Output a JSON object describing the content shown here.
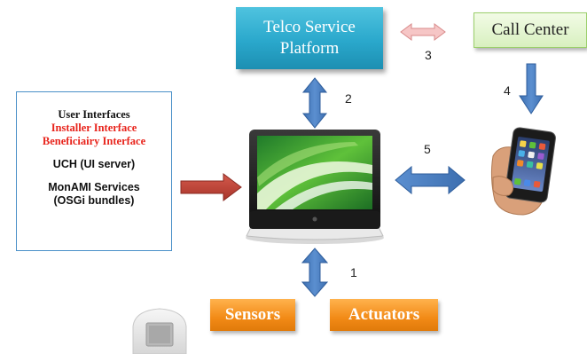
{
  "telco_platform": {
    "line1": "Telco Service",
    "line2": "Platform"
  },
  "call_center": {
    "label": "Call Center"
  },
  "interfaces": {
    "user_interfaces": "User Interfaces",
    "installer_interface": "Installer Interface",
    "beneficiary_interface": "Beneficiairy Interface",
    "uch": "UCH (UI server)",
    "monami_line1": "MonAMI Services",
    "monami_line2": "(OSGi bundles)"
  },
  "sensors": {
    "label": "Sensors"
  },
  "actuators": {
    "label": "Actuators"
  },
  "links": {
    "n1": "1",
    "n2": "2",
    "n3": "3",
    "n4": "4",
    "n5": "5"
  },
  "colors": {
    "telco_fill": "#2aa8cc",
    "call_center_fill": "#d8f0bf",
    "orange_fill": "#f28a16",
    "arrow_blue": "#4a7fc0",
    "arrow_red": "#c0392b",
    "arrow_pink": "#f4b8b8",
    "red_text": "#e8241c"
  }
}
